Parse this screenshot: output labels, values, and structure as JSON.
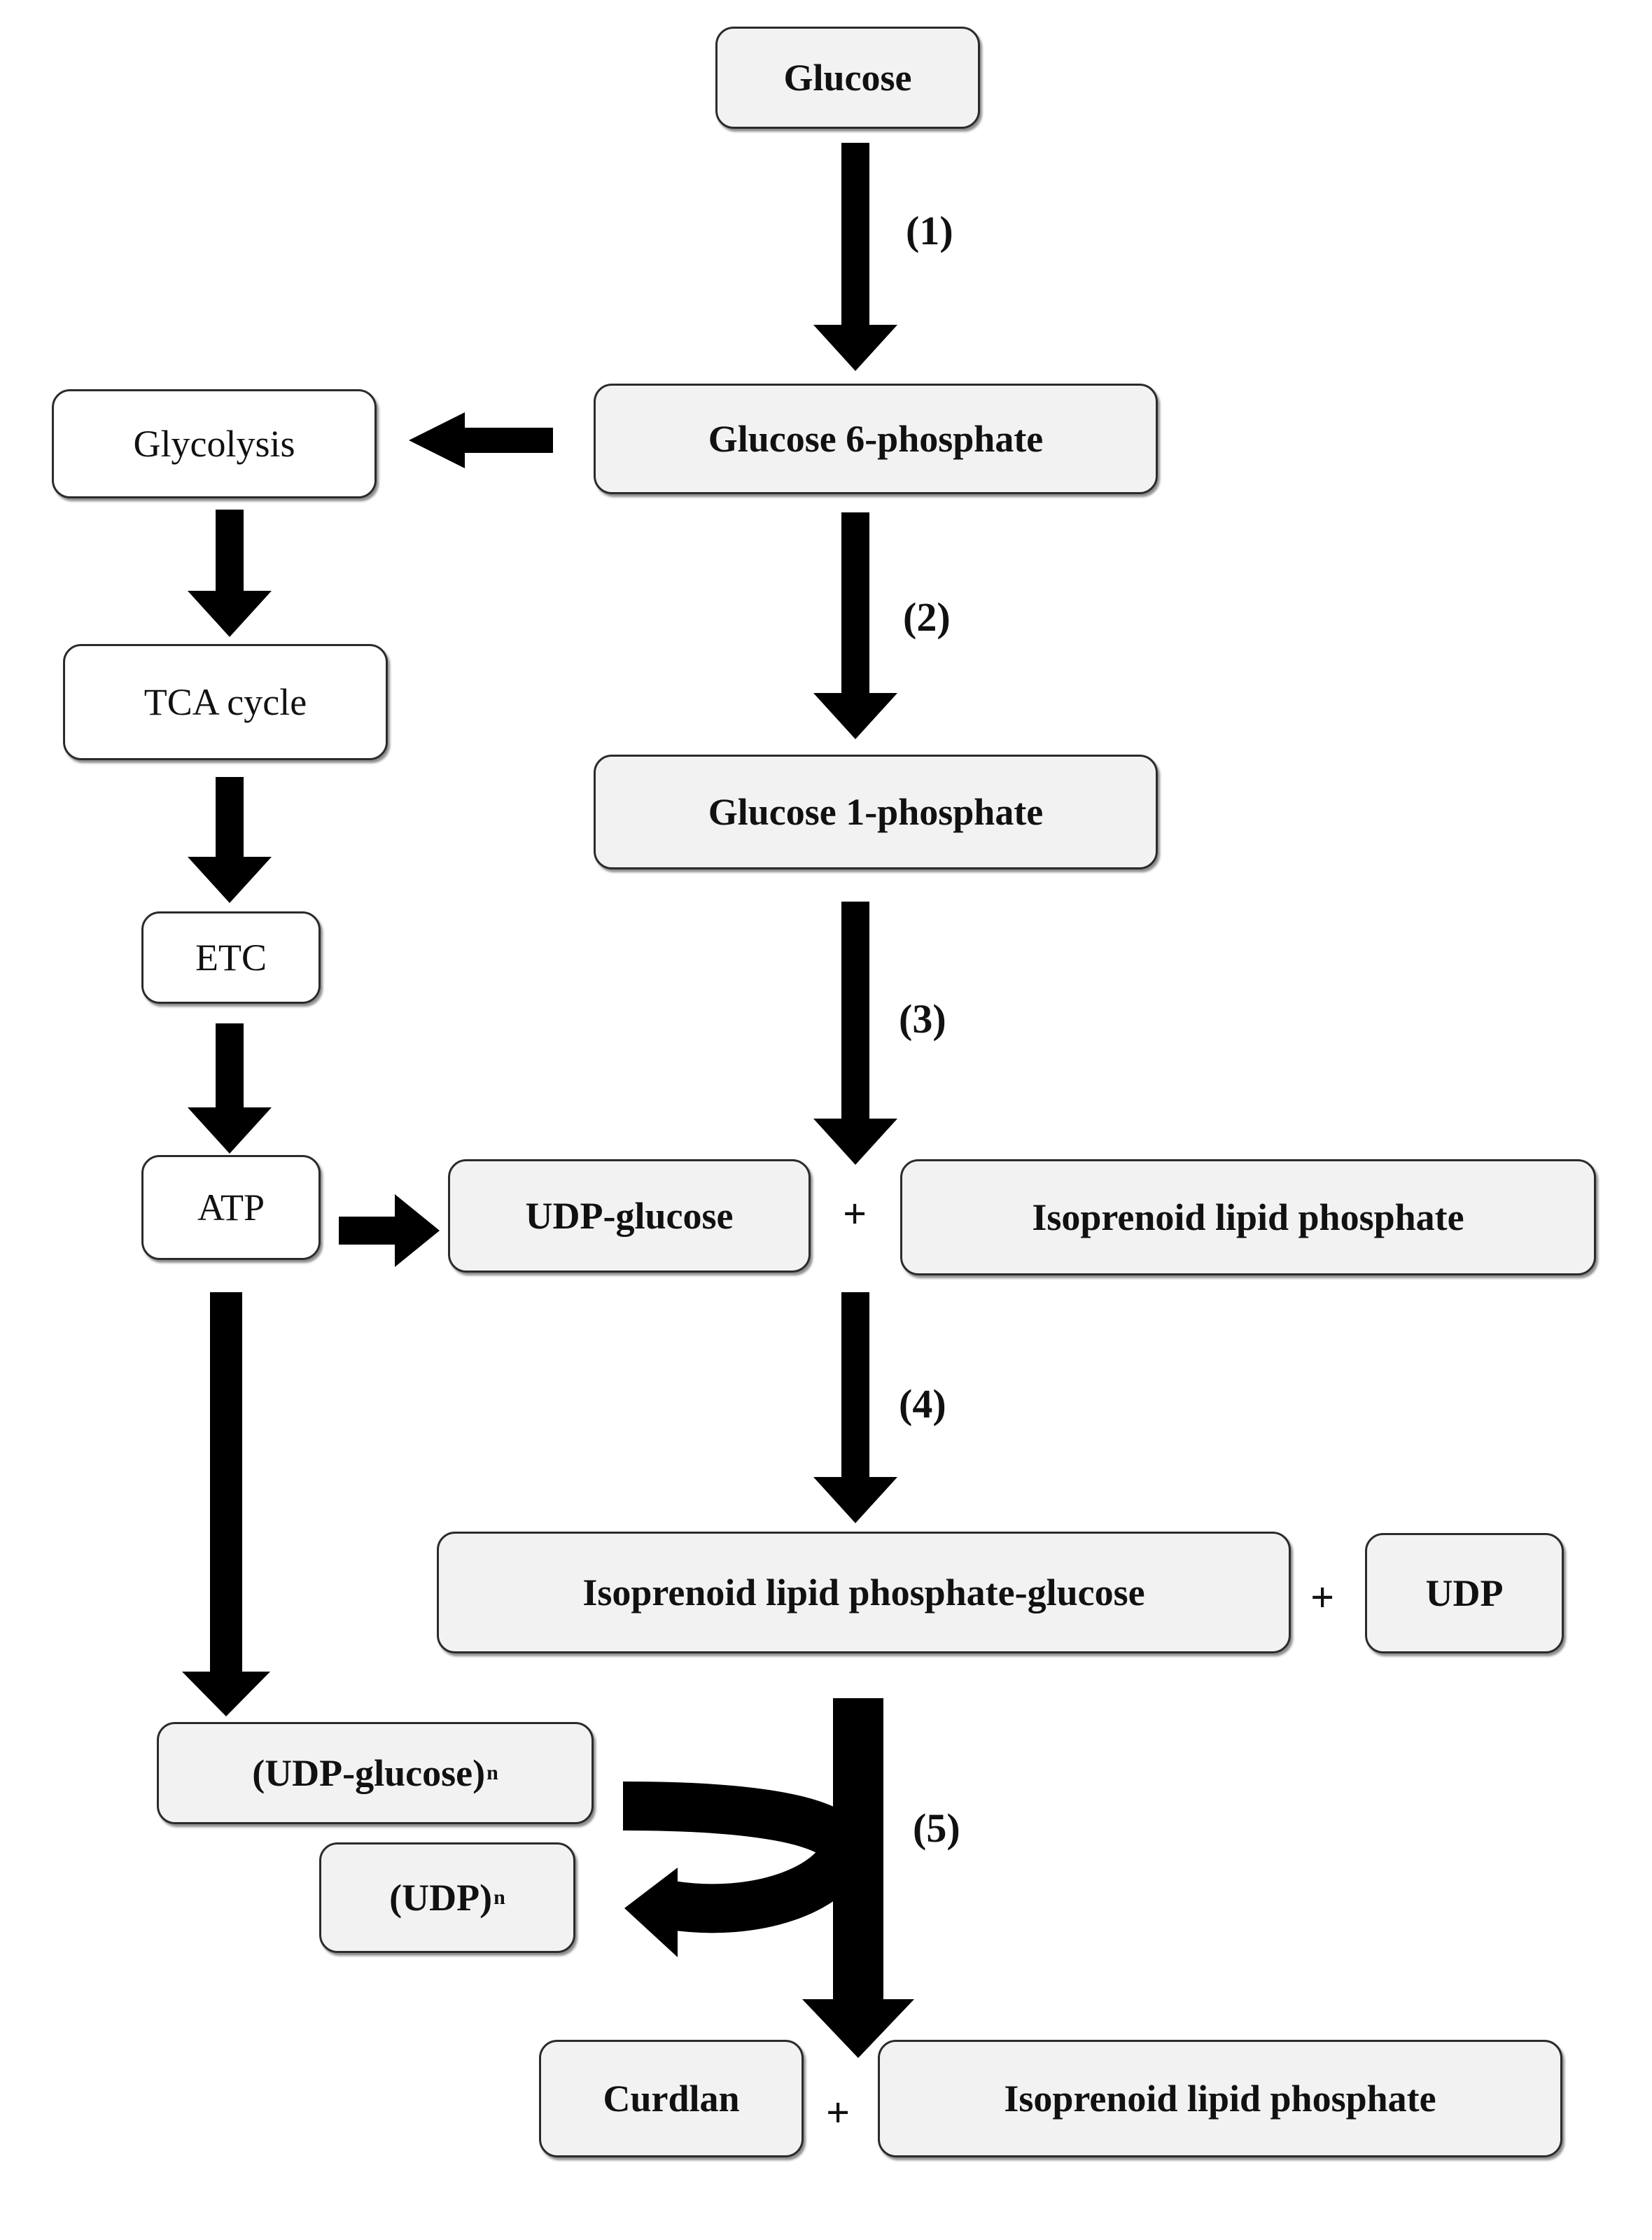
{
  "nodes": {
    "glucose": "Glucose",
    "glucose_6_phosphate": "Glucose 6-phosphate",
    "glucose_1_phosphate": "Glucose 1-phosphate",
    "udp_glucose": "UDP-glucose",
    "isoprenoid_lipid_phosphate": "Isoprenoid lipid phosphate",
    "isoprenoid_lipid_phosphate_glucose": "Isoprenoid lipid phosphate-glucose",
    "udp": "UDP",
    "udp_glucose_n": "(UDP-glucose)",
    "udp_n": "(UDP)",
    "n_subscript": "n",
    "curdlan": "Curdlan",
    "isoprenoid_lipid_phosphate_final": "Isoprenoid lipid phosphate",
    "glycolysis": "Glycolysis",
    "tca_cycle": "TCA cycle",
    "etc": "ETC",
    "atp": "ATP"
  },
  "steps": [
    "(1)",
    "(2)",
    "(3)",
    "(4)",
    "(5)"
  ],
  "plus_sign": "+",
  "colors": {
    "box_fill": "#f2f2f2",
    "box_border": "#2b2b2b",
    "arrow": "#000000"
  }
}
